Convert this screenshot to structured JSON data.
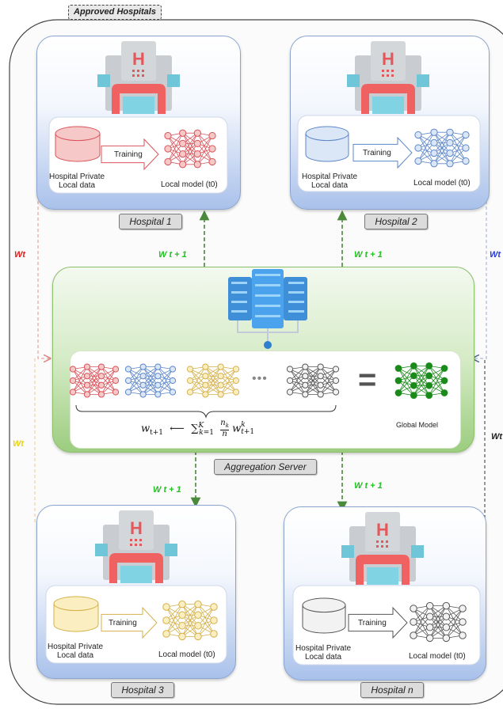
{
  "approved_label": "Approved Hospitals",
  "hospitals": [
    {
      "name": "Hospital 1",
      "data_line1": "Hospital Private",
      "data_line2": "Local data",
      "training": "Training",
      "model": "Local model (t0)",
      "color": "#d9535a",
      "fill": "#f7c8c8"
    },
    {
      "name": "Hospital 2",
      "data_line1": "Hospital Private",
      "data_line2": "Local data",
      "training": "Training",
      "model": "Local model (t0)",
      "color": "#5b86c9",
      "fill": "#dbe6f7"
    },
    {
      "name": "Hospital 3",
      "data_line1": "Hospital Private",
      "data_line2": "Local data",
      "training": "Training",
      "model": "Local model (t0)",
      "color": "#d4b04a",
      "fill": "#fbeec0"
    },
    {
      "name": "Hospital n",
      "data_line1": "Hospital Private",
      "data_line2": "Local data",
      "training": "Training",
      "model": "Local model (t0)",
      "color": "#555555",
      "fill": "#f2f2f2"
    }
  ],
  "server": {
    "name": "Aggregation Server",
    "global_model": "Global Model",
    "ellipsis": "•••",
    "equals": "="
  },
  "weights": {
    "wt": "Wt",
    "wt1": "W t + 1"
  },
  "colors": {
    "wt_red": "#e02020",
    "wt_blue": "#2a3fd8",
    "wt_yellow": "#e8d21a",
    "wt_black": "#222222",
    "wt1_green": "#22c122",
    "global_green": "#1a8a1a"
  }
}
